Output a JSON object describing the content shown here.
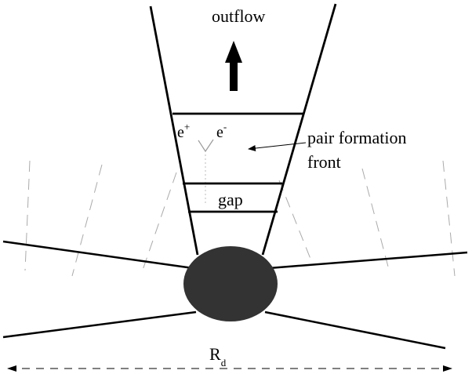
{
  "labels": {
    "outflow": "outflow",
    "e_plus": "e",
    "e_plus_sup": "+",
    "e_minus": "e",
    "e_minus_sup": "-",
    "pair_formation_line1": "pair formation",
    "pair_formation_line2": "front",
    "gap": "gap",
    "radius_main": "R",
    "radius_sub": "d"
  },
  "colors": {
    "line": "#000000",
    "dashed": "#aaaaaa",
    "star": "#333333"
  }
}
